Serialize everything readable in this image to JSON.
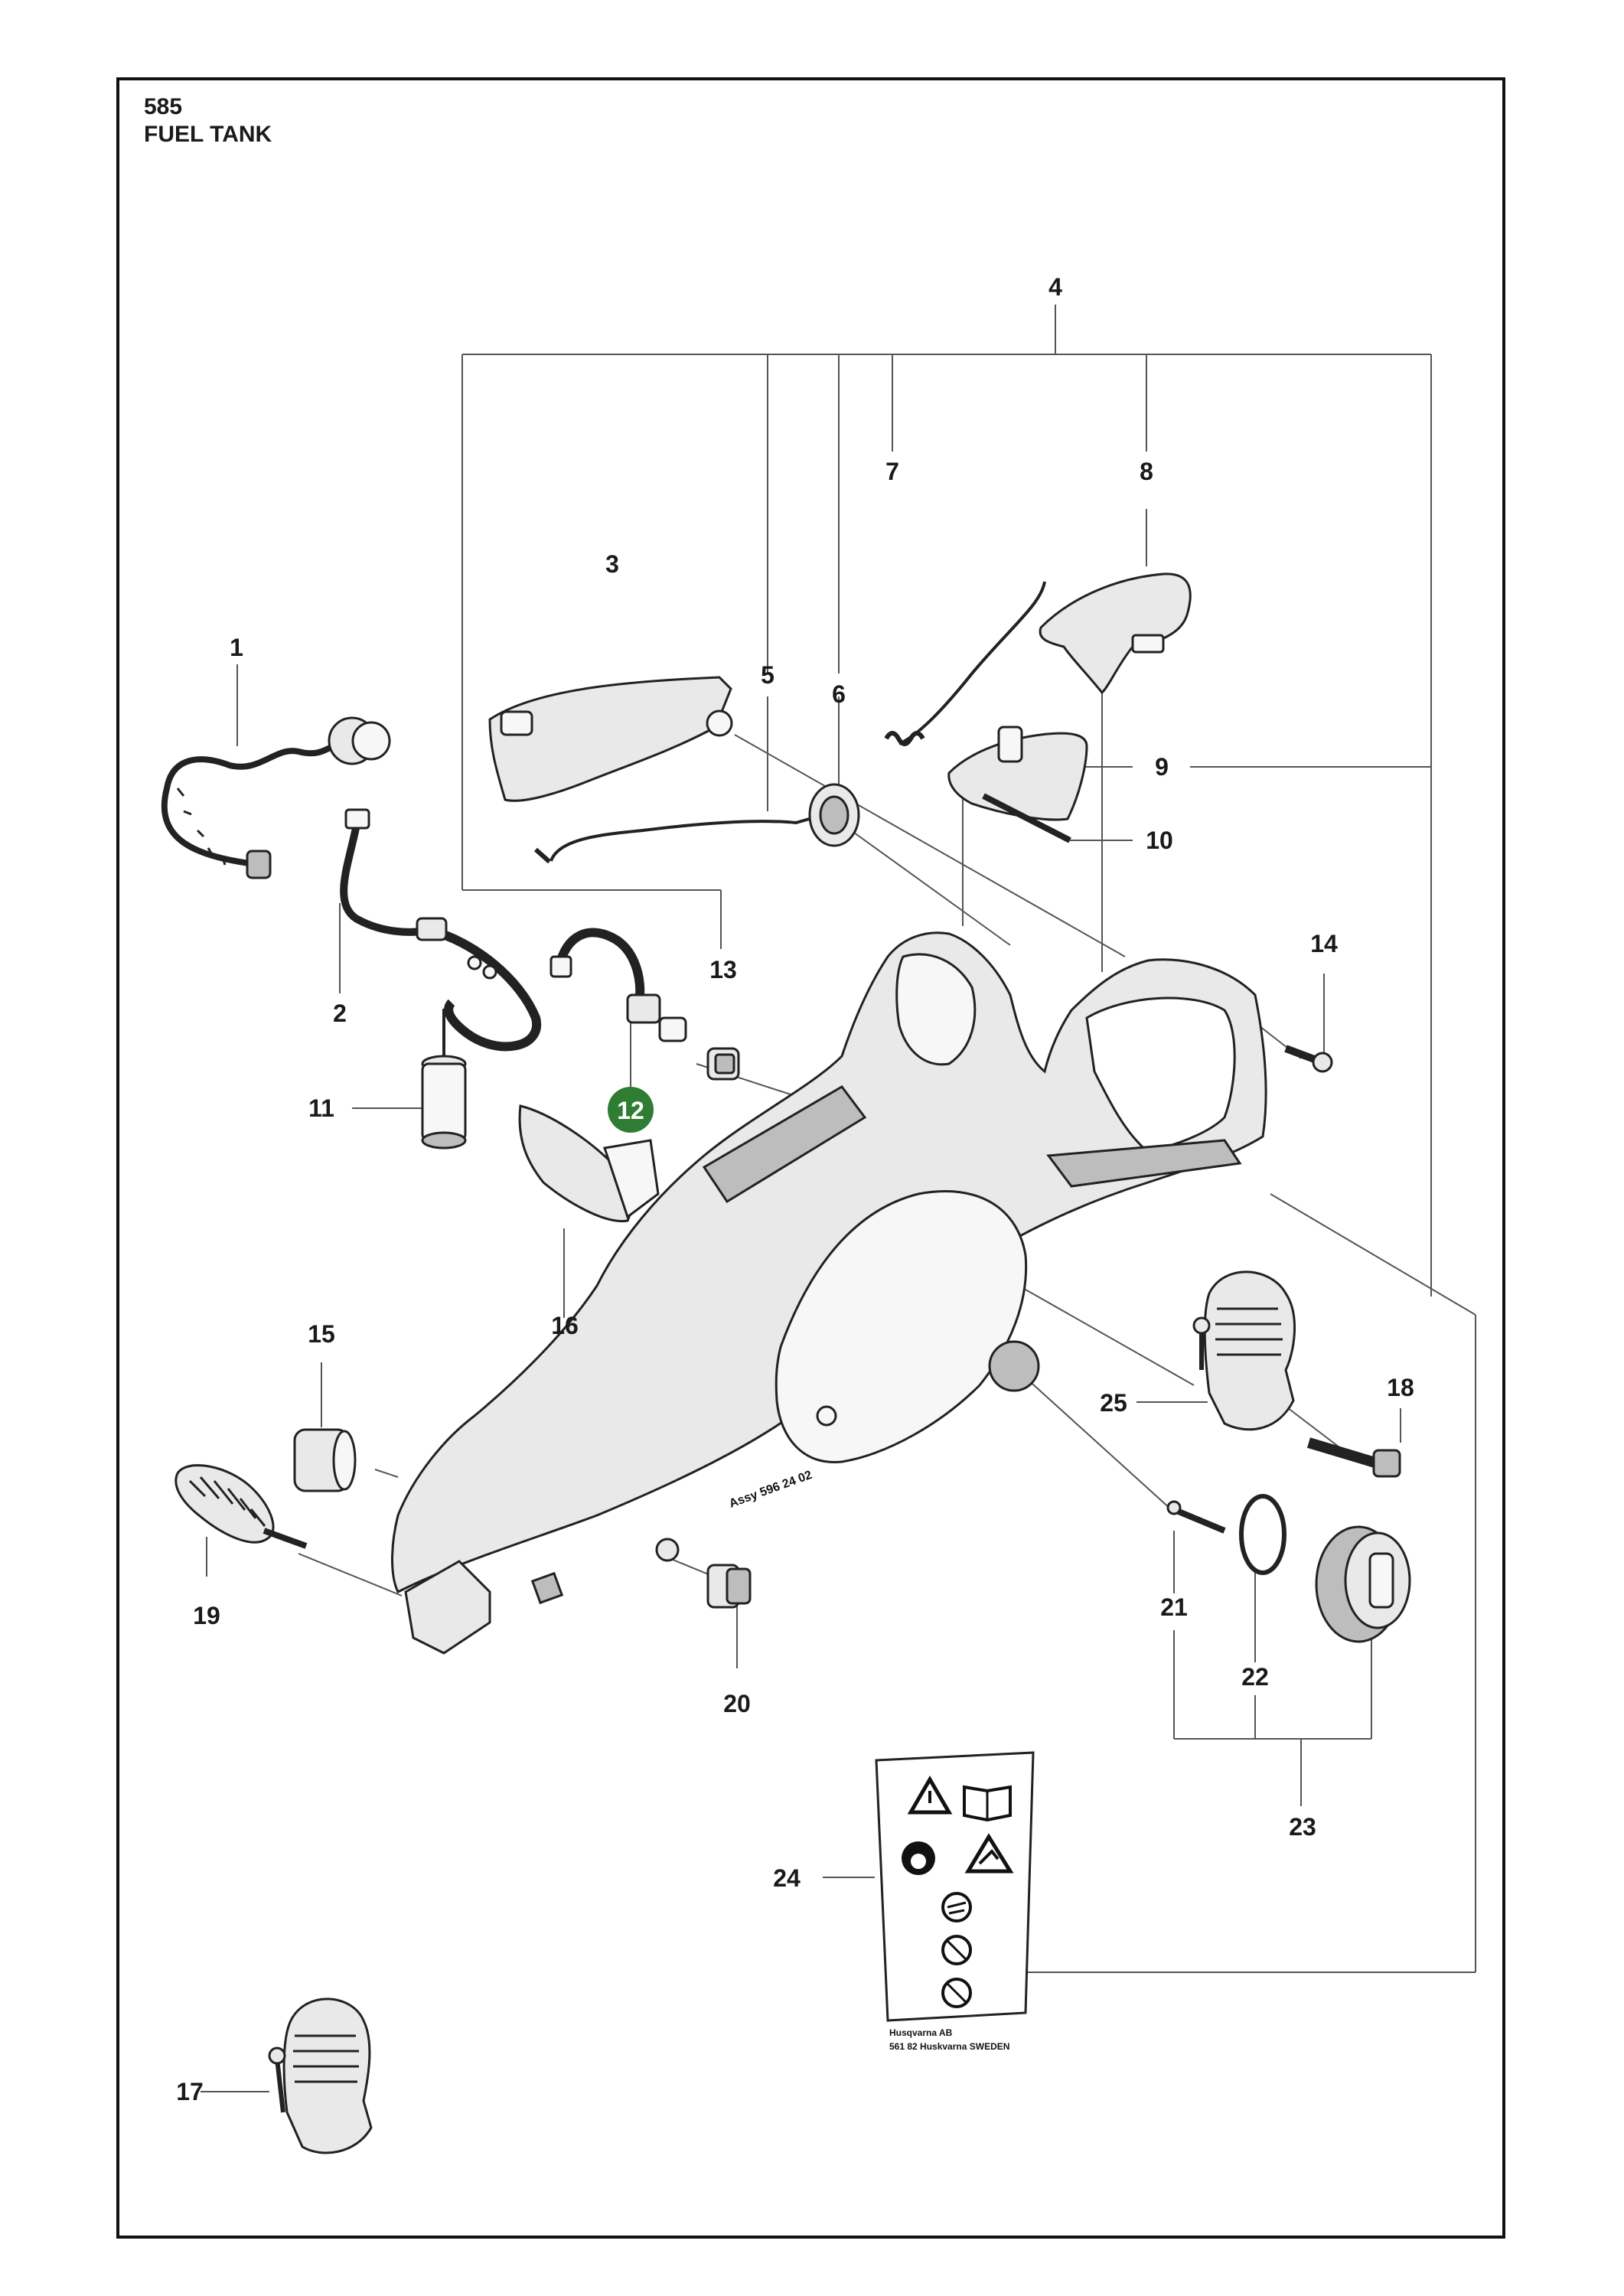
{
  "page": {
    "number": "585",
    "title": "FUEL TANK"
  },
  "callouts": [
    "1",
    "2",
    "3",
    "4",
    "5",
    "6",
    "7",
    "8",
    "9",
    "10",
    "11",
    "12",
    "13",
    "14",
    "15",
    "16",
    "17",
    "18",
    "19",
    "20",
    "21",
    "22",
    "23",
    "24",
    "25"
  ],
  "highlighted_callout": "12",
  "highlight_color": "#2e7d32",
  "tank_marking": "Assy 596 24 02",
  "warning_label": {
    "maker": "Husqvarna AB",
    "address": "561 82 Huskvarna SWEDEN",
    "icons": [
      "warning-triangle-icon",
      "manual-book-icon",
      "protective-helmet-icon",
      "kickback-warning-icon",
      "two-hand-grip-icon",
      "no-one-hand-use-icon",
      "no-one-hand-grip-icon"
    ]
  }
}
